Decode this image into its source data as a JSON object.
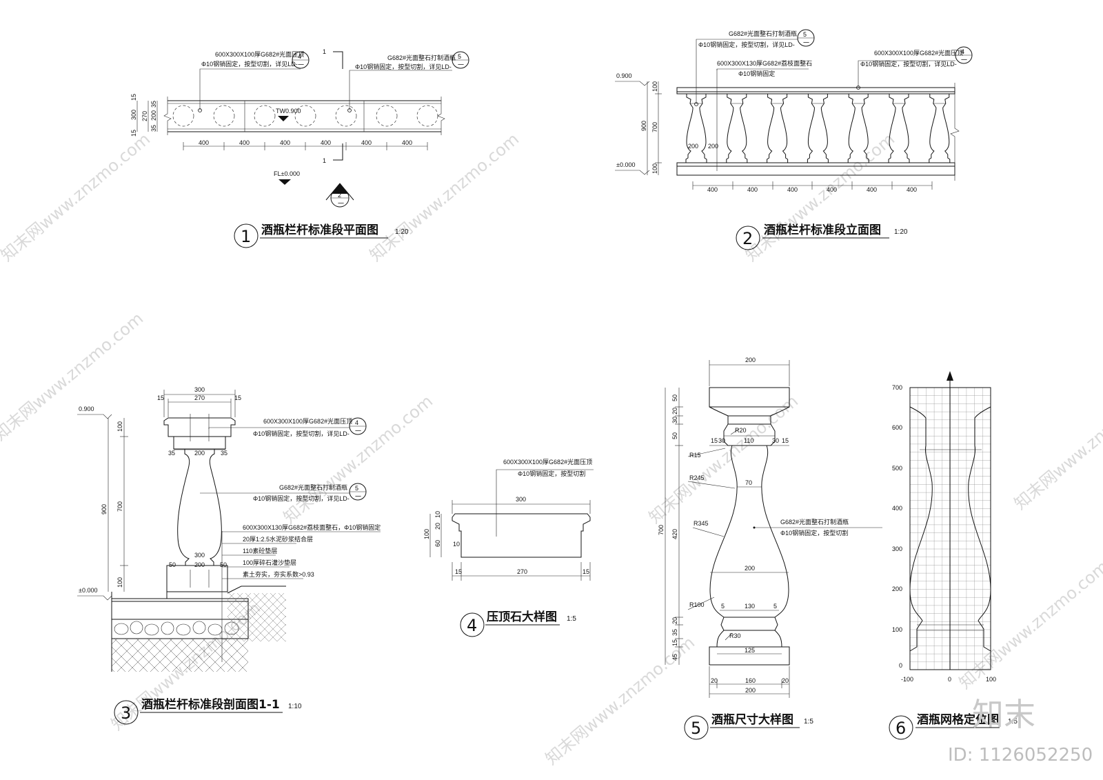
{
  "d1": {
    "title": "酒瓶栏杆标准段平面图",
    "scale": "1:20",
    "num": "1",
    "note_left_1": "600X300X100厚G682#光面压顶",
    "note_left_2": "Φ10钢销固定，按型切割，详见LD-",
    "tag_left_top": "4",
    "tag_left_bot": "一",
    "note_right_1": "G682#光面整石打制酒瓶",
    "note_right_2": "Φ10钢销固定，按型切割，详见LD-",
    "tag_right_top": "5",
    "tag_right_bot": "一",
    "section_mark": "1",
    "elev_tw": "TW0.900",
    "elev_fl": "FL±0.000",
    "index_top": "2",
    "index_bot": "一",
    "dims_bottom": [
      "400",
      "400",
      "400",
      "400",
      "400",
      "400"
    ],
    "dims_left": [
      "15",
      "270",
      "15"
    ],
    "dims_left2": [
      "35",
      "200",
      "35"
    ],
    "dim_total": "300"
  },
  "d2": {
    "title": "酒瓶栏杆标准段立面图",
    "scale": "1:20",
    "num": "2",
    "note_a_1": "G682#光面整石打制酒瓶",
    "note_a_2": "Φ10钢销固定，按型切割，详见LD-",
    "tag_a_top": "5",
    "tag_a_bot": "一",
    "note_b_1": "600X300X130厚G682#荔枝面整石",
    "note_b_2": "Φ10钢销固定",
    "note_c_1": "600X300X100厚G682#光面压顶",
    "note_c_2": "Φ10钢销固定，按型切割，详见LD-",
    "tag_c_top": "4",
    "tag_c_bot": "一",
    "elev_top": "0.900",
    "elev_bot": "±0.000",
    "dims_left": [
      "100",
      "700",
      "100"
    ],
    "dim_total": "900",
    "dim_gap_1": "200",
    "dim_gap_2": "200",
    "dims_bottom": [
      "400",
      "400",
      "400",
      "400",
      "400",
      "400"
    ]
  },
  "d3": {
    "title": "酒瓶栏杆标准段剖面图1-1",
    "scale": "1:10",
    "num": "3",
    "dim_top_total": "300",
    "dim_top_parts": [
      "15",
      "270",
      "15"
    ],
    "dim_neck": [
      "35",
      "200",
      "35"
    ],
    "dim_base": [
      "50",
      "200",
      "50"
    ],
    "dim_base_total": "300",
    "dims_left": [
      "100",
      "700",
      "100"
    ],
    "dim_total": "900",
    "elev_top": "0.900",
    "elev_bot": "±0.000",
    "note_a_1": "600X300X100厚G682#光面压顶",
    "note_a_2": "Φ10钢销固定，按型切割，详见LD-",
    "tag_a_top": "4",
    "tag_a_bot": "一",
    "note_b_1": "G682#光面整石打制酒瓶",
    "note_b_2": "Φ10钢销固定，按型切割，详见LD-",
    "tag_b_top": "5",
    "tag_b_bot": "一",
    "layers": [
      "600X300X130厚G682#荔枝面整石，Φ10钢销固定",
      "20厚1:2.5水泥砂浆结合层",
      "110素砼垫层",
      "100厚碎石灌沙垫层",
      "素土夯实，夯实系数>0.93"
    ]
  },
  "d4": {
    "title": "压顶石大样图",
    "scale": "1:5",
    "num": "4",
    "note_1": "600X300X100厚G682#光面压顶",
    "note_2": "Φ10钢销固定，按型切割",
    "dim_top": "300",
    "dim_bottom": "270",
    "dim_side": [
      "15",
      "15"
    ],
    "dims_left": [
      "10",
      "20",
      "60",
      "10"
    ],
    "dim_total": "100"
  },
  "d5": {
    "title": "酒瓶尺寸大样图",
    "scale": "1:5",
    "num": "5",
    "dim_top": "200",
    "dims_left": [
      "50",
      "20",
      "30",
      "50",
      "420",
      "20",
      "35",
      "15",
      "45"
    ],
    "dim_total": "700",
    "dim_neck": [
      "15",
      "30",
      "110",
      "30",
      "15"
    ],
    "dim_mid_70": "70",
    "dim_mid_200": "200",
    "dim_low": [
      "5",
      "130",
      "5"
    ],
    "dim_foot": "125",
    "dim_bottom_parts": [
      "20",
      "160",
      "20"
    ],
    "dim_bottom_total": "200",
    "radii": [
      "R20",
      "R15",
      "R245",
      "R345",
      "R100",
      "R30"
    ],
    "note_1": "G682#光面整石打制酒瓶",
    "note_2": "Φ10钢销固定，按型切割"
  },
  "d6": {
    "title": "酒瓶网格定位图",
    "scale": "1:5",
    "num": "6",
    "y_ticks": [
      "700",
      "600",
      "500",
      "400",
      "300",
      "200",
      "100",
      "0"
    ],
    "x_ticks": [
      "-100",
      "0",
      "100"
    ]
  },
  "watermark": {
    "text": "知末网www.znzmo.com",
    "brand": "知末",
    "id": "ID: 1126052250"
  }
}
